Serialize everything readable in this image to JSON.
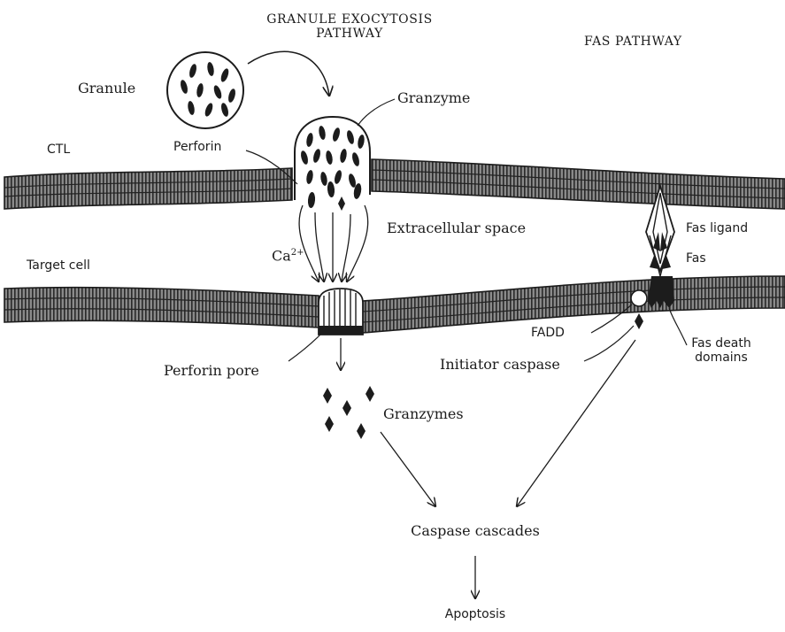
{
  "headers": {
    "granule_pathway_line1": "GRANULE EXOCYTOSIS",
    "granule_pathway_line2": "PATHWAY",
    "fas_pathway": "FAS PATHWAY"
  },
  "labels": {
    "granule": "Granule",
    "granzyme": "Granzyme",
    "ctl": "CTL",
    "perforin": "Perforin",
    "extracellular_space": "Extracellular space",
    "target_cell": "Target cell",
    "calcium": "Ca",
    "calcium_charge": "2+",
    "fas_ligand": "Fas ligand",
    "fas": "Fas",
    "fadd": "FADD",
    "fas_death_domains_line1": "Fas death",
    "fas_death_domains_line2": "domains",
    "initiator_caspase": "Initiator caspase",
    "perforin_pore": "Perforin pore",
    "granzymes": "Granzymes",
    "caspase_cascades": "Caspase cascades",
    "apoptosis": "Apoptosis"
  },
  "colors": {
    "ink": "#1c1c1c",
    "membrane_fill": "#7d7d7d",
    "background": "#ffffff"
  }
}
